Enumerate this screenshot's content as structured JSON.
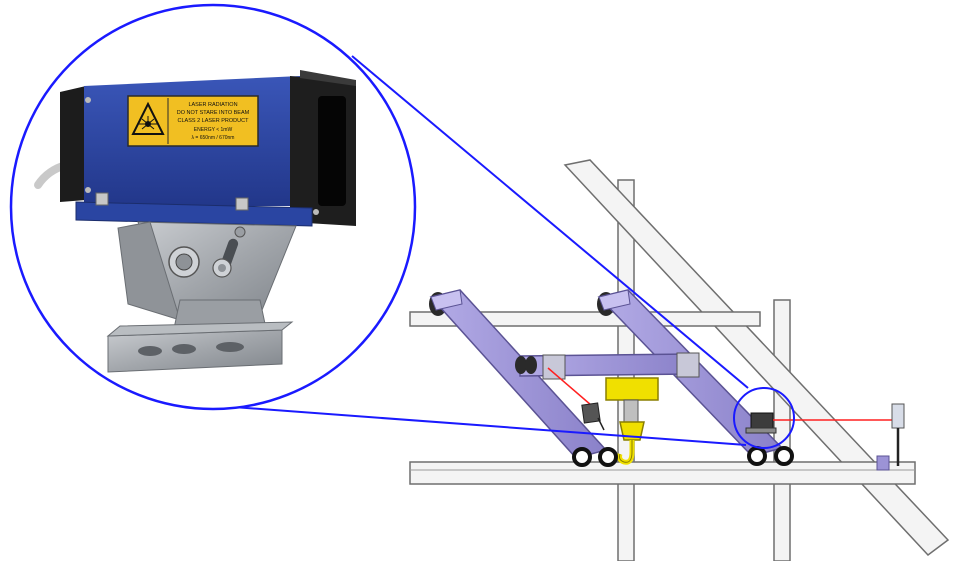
{
  "warning_label": {
    "line1": "LASER RADIATION",
    "line2": "DO NOT STARE INTO BEAM",
    "line3": "CLASS 2 LASER PRODUCT",
    "line4": "ENERGY < 1mW",
    "line5": "λ = 650nm / 670nm"
  },
  "colors": {
    "callout": "#1a1aff",
    "beam": "#ff2020",
    "rail": "#f2f2f2",
    "rail_edge": "#6f6f6f",
    "beam_bar": "#9c93d6",
    "hook": "#f0e000",
    "sensor_body": "#2e4aa0",
    "bracket": "#a9adb2"
  },
  "icons": [
    "laser-warning-icon"
  ]
}
